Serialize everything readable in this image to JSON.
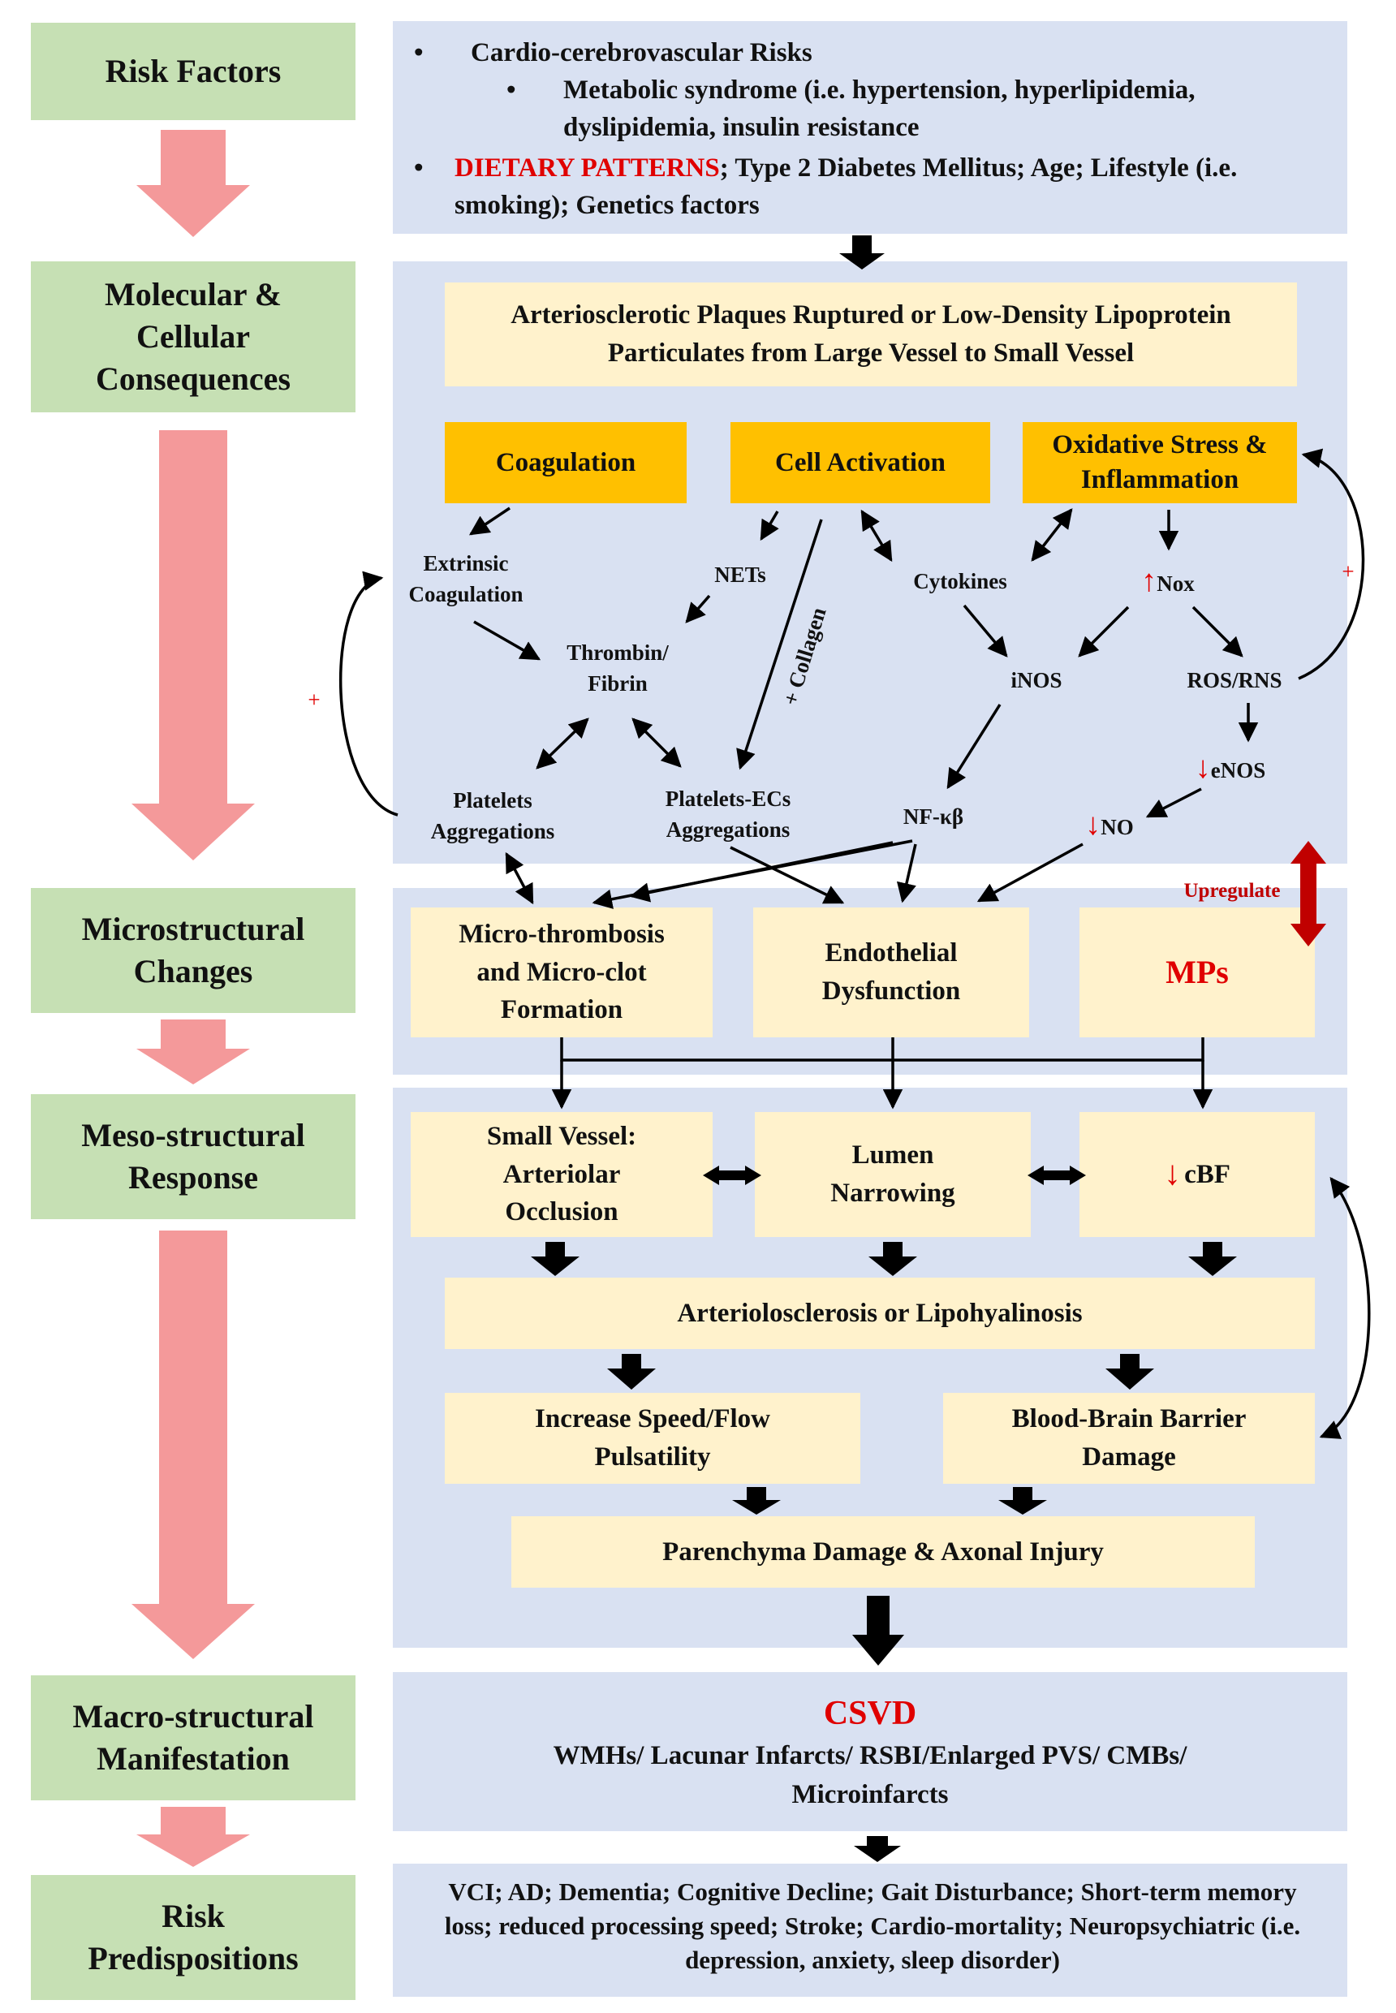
{
  "colors": {
    "stage_fill": "#c6e0b4",
    "panel_fill": "#d9e1f2",
    "box_fill": "#fff2cc",
    "orange_fill": "#ffc000",
    "big_arrow": "#f4999a",
    "accent_red": "#e00000",
    "dark_red": "#c00000"
  },
  "stages": [
    "Risk Factors",
    "Molecular & Cellular Consequences",
    "Microstructural Changes",
    "Meso-structural Response",
    "Macro-structural Manifestation",
    "Risk Predispositions"
  ],
  "risk": {
    "bullet1": "Cardio-cerebrovascular Risks",
    "bullet1a": "Metabolic syndrome (i.e. hypertension, hyperlipidemia, dyslipidemia, insulin resistance",
    "bullet2_highlight": "DIETARY PATTERNS",
    "bullet2_rest": "; Type 2 Diabetes Mellitus; Age; Lifestyle (i.e. smoking); Genetics factors"
  },
  "molecular": {
    "plaques": "Arteriosclerotic Plaques Ruptured or Low-Density Lipoprotein Particulates from Large Vessel to Small Vessel",
    "coagulation": "Coagulation",
    "cell_activation": "Cell Activation",
    "oxidative": "Oxidative Stress & Inflammation",
    "extrinsic": "Extrinsic Coagulation",
    "nets": "NETs",
    "thrombin": "Thrombin/ Fibrin",
    "collagen": "+ Collagen",
    "cytokines": "Cytokines",
    "nox": "Nox",
    "inos": "iNOS",
    "ros": "ROS/RNS",
    "enos": "eNOS",
    "no": "NO",
    "nfkb": "NF-κβ",
    "platelets": "Platelets Aggregations",
    "platelets_ecs": "Platelets-ECs Aggregations",
    "plus": "+"
  },
  "micro": {
    "thrombosis": "Micro-thrombosis and Micro-clot Formation",
    "endothelial": "Endothelial Dysfunction",
    "mps": "MPs",
    "upregulate": "Upregulate"
  },
  "meso": {
    "small_vessel": "Small Vessel: Arteriolar Occlusion",
    "lumen": "Lumen Narrowing",
    "cbf": "cBF",
    "arteriolosclerosis": "Arteriolosclerosis or Lipohyalinosis",
    "speed": "Increase Speed/Flow Pulsatility",
    "bbb": "Blood-Brain Barrier Damage",
    "parenchyma": "Parenchyma Damage & Axonal Injury"
  },
  "macro": {
    "title": "CSVD",
    "text": "WMHs/ Lacunar Infarcts/ RSBI/Enlarged PVS/ CMBs/ Microinfarcts"
  },
  "predisp": {
    "text": "VCI; AD; Dementia; Cognitive Decline; Gait Disturbance; Short-term memory loss; reduced processing speed; Stroke; Cardio-mortality; Neuropsychiatric (i.e. depression, anxiety, sleep disorder)"
  }
}
